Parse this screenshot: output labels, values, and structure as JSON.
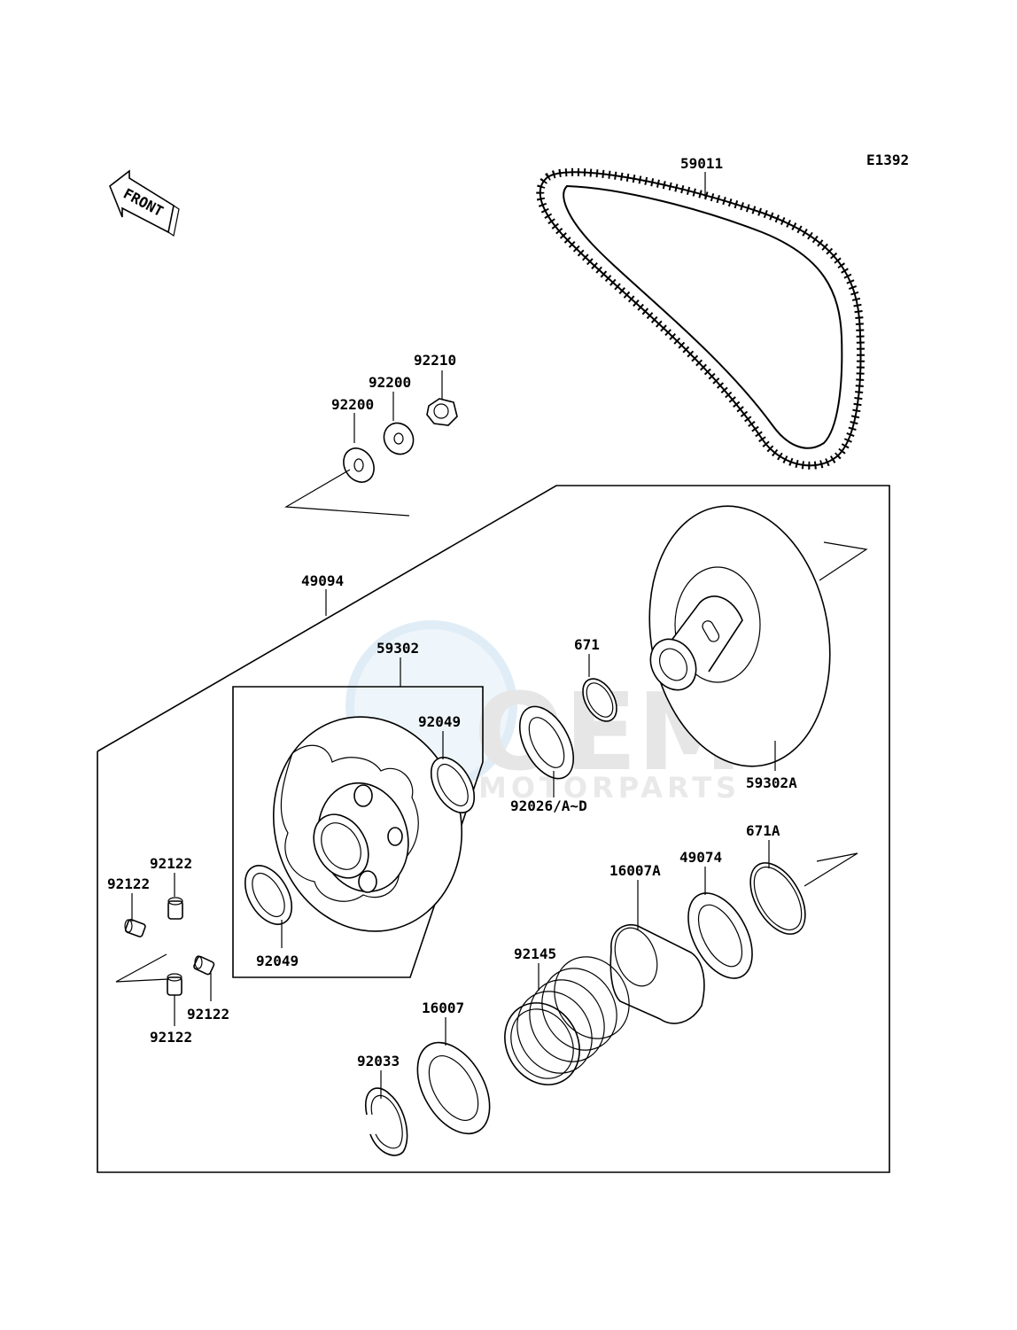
{
  "diagram_code": "E1392",
  "front_arrow_label": "FRONT",
  "watermark": {
    "brand": "OEM",
    "sub": "MOTORPARTS"
  },
  "callouts": {
    "p59011": "59011",
    "p92210": "92210",
    "p92200a": "92200",
    "p92200b": "92200",
    "p49094": "49094",
    "p59302": "59302",
    "p92049a": "92049",
    "p92049b": "92049",
    "p671": "671",
    "p92026": "92026/A~D",
    "p59302A": "59302A",
    "p671A": "671A",
    "p49074": "49074",
    "p16007A": "16007A",
    "p92145": "92145",
    "p16007": "16007",
    "p92033": "92033",
    "p92122a": "92122",
    "p92122b": "92122",
    "p92122c": "92122",
    "p92122d": "92122"
  }
}
